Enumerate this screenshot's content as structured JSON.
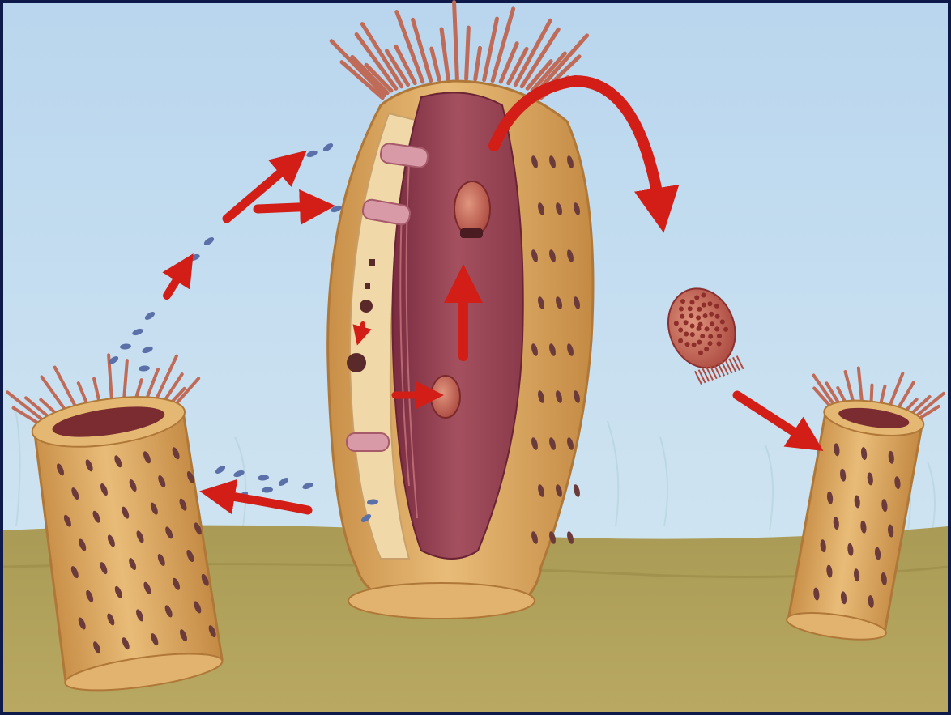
{
  "title": "",
  "colors": {
    "frame": "#0d1a4a",
    "water_top": "#bcd8ee",
    "water_bottom": "#d3e6f2",
    "seabed": "#a89a52",
    "seabed_dark": "#8a7c3c",
    "body": "#d8a458",
    "body_light": "#e9c27e",
    "cavity": "#8c3a4c",
    "cavity_light": "#b35e6c",
    "pore": "#6b3a3a",
    "tentacle": "#b8574a",
    "arrow": "#d21e16",
    "sperm": "#5b6fa8",
    "larva": "#c86a56"
  },
  "elements": {
    "parent_sponge": "cutaway-adult-sponge",
    "left_sponge": "small-sponge-left",
    "right_sponge": "small-sponge-right",
    "larva_free": "free-swimming-larva",
    "larva_inside_top": "developing-larva-top",
    "larva_inside_mid": "developing-larva-middle"
  }
}
